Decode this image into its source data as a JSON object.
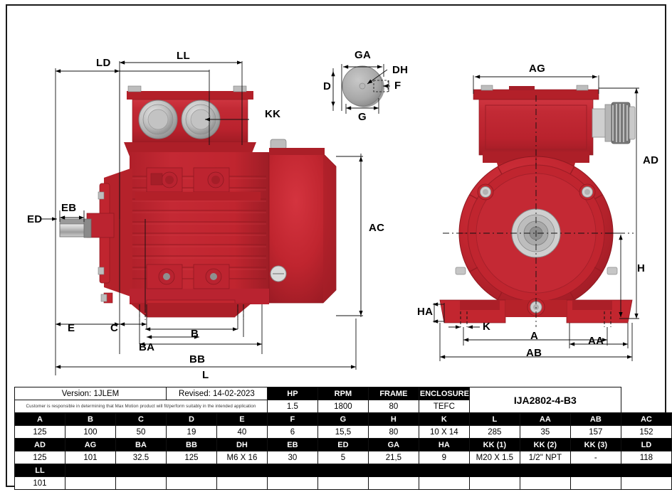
{
  "document": {
    "type": "electric-motor-dimension-drawing",
    "model": "IJA2802-4-B3"
  },
  "drawing": {
    "side_view_labels": [
      {
        "key": "LD",
        "text": "LD"
      },
      {
        "key": "LL",
        "text": "LL"
      },
      {
        "key": "KK",
        "text": "KK"
      },
      {
        "key": "ED",
        "text": "ED"
      },
      {
        "key": "EB",
        "text": "EB"
      },
      {
        "key": "AC",
        "text": "AC"
      },
      {
        "key": "E",
        "text": "E"
      },
      {
        "key": "C",
        "text": "C"
      },
      {
        "key": "BA",
        "text": "BA"
      },
      {
        "key": "B",
        "text": "B"
      },
      {
        "key": "BB",
        "text": "BB"
      },
      {
        "key": "L",
        "text": "L"
      }
    ],
    "shaft_detail_labels": [
      {
        "key": "GA",
        "text": "GA"
      },
      {
        "key": "DH",
        "text": "DH"
      },
      {
        "key": "D",
        "text": "D"
      },
      {
        "key": "F",
        "text": "F"
      },
      {
        "key": "G",
        "text": "G"
      }
    ],
    "end_view_labels": [
      {
        "key": "AG",
        "text": "AG"
      },
      {
        "key": "AD",
        "text": "AD"
      },
      {
        "key": "H",
        "text": "H"
      },
      {
        "key": "HA",
        "text": "HA"
      },
      {
        "key": "K",
        "text": "K"
      },
      {
        "key": "A",
        "text": "A"
      },
      {
        "key": "AA",
        "text": "AA"
      },
      {
        "key": "AB",
        "text": "AB"
      }
    ],
    "colors": {
      "motor_body_red": "#c0242f",
      "motor_body_red_dark": "#9d1d26",
      "motor_body_red_light": "#d1313c",
      "metal_light": "#d8d8d8",
      "metal_mid": "#a9a9a9",
      "metal_dark": "#7a7a7a",
      "line": "#000000"
    }
  },
  "table": {
    "version_label": "Version: 1JLEM",
    "revised_label": "Revised: 14-02-2023",
    "disclaimer": "Customer is responsible in determining that Max Motion product will fit/perform suitably in the intended application",
    "rating_headers": [
      "HP",
      "RPM",
      "FRAME",
      "ENCLOSURE"
    ],
    "rating_values": [
      "1.5",
      "1800",
      "80",
      "TEFC"
    ],
    "model_number": "IJA2802-4-B3",
    "row1_headers": [
      "A",
      "B",
      "C",
      "D",
      "E",
      "F",
      "G",
      "H",
      "K",
      "L",
      "AA",
      "AB",
      "AC"
    ],
    "row1_values": [
      "125",
      "100",
      "50",
      "19",
      "40",
      "6",
      "15,5",
      "80",
      "10 X 14",
      "285",
      "35",
      "157",
      "152"
    ],
    "row2_headers": [
      "AD",
      "AG",
      "BA",
      "BB",
      "DH",
      "EB",
      "ED",
      "GA",
      "HA",
      "KK (1)",
      "KK (2)",
      "KK (3)",
      "LD"
    ],
    "row2_values": [
      "125",
      "101",
      "32.5",
      "125",
      "M6 X 16",
      "30",
      "5",
      "21,5",
      "9",
      "M20 X 1.5",
      "1/2\" NPT",
      "-",
      "118"
    ],
    "row3_headers": [
      "LL",
      "",
      "",
      "",
      "",
      "",
      "",
      "",
      "",
      "",
      "",
      "",
      ""
    ],
    "row3_values": [
      "101",
      "",
      "",
      "",
      "",
      "",
      "",
      "",
      "",
      "",
      "",
      "",
      ""
    ]
  }
}
